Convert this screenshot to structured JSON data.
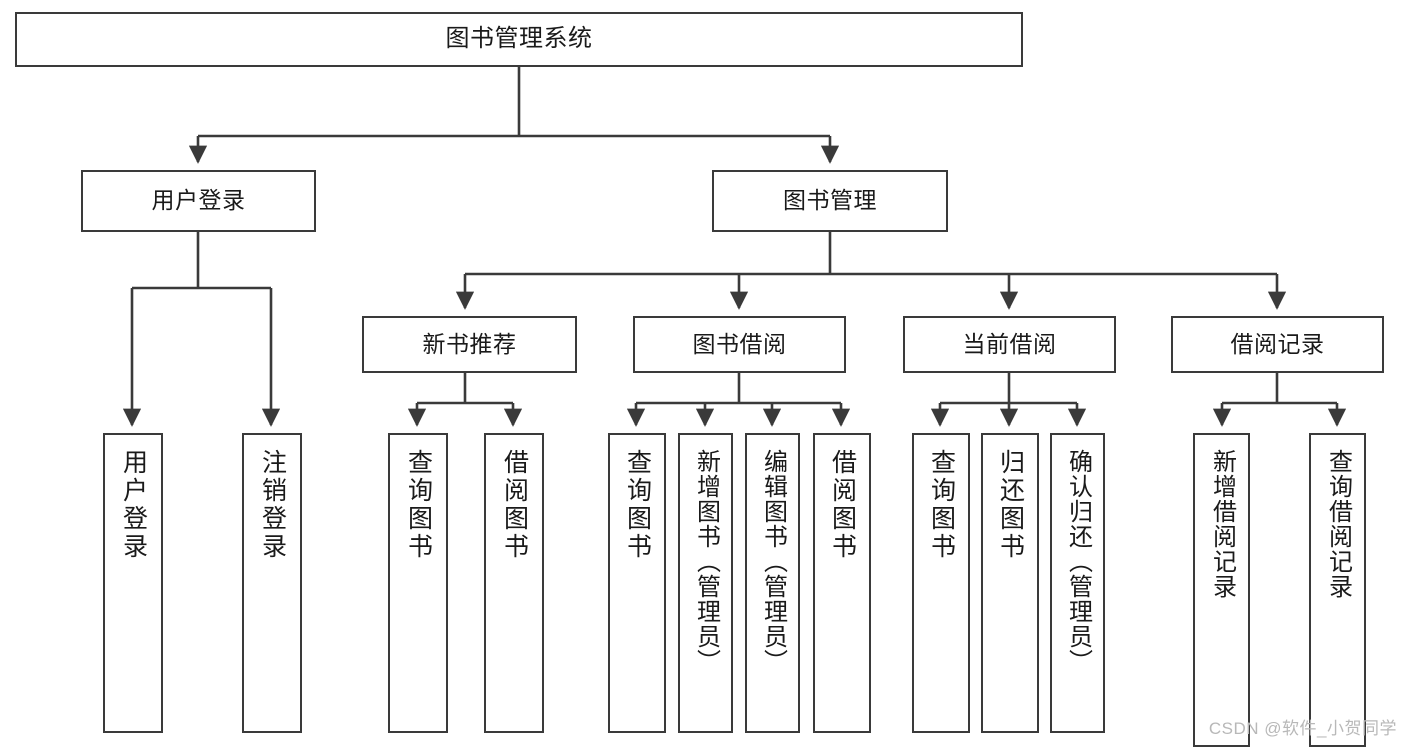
{
  "diagram": {
    "title": "图书管理系统",
    "type": "tree-structure-chart",
    "stroke_color": "#3a3a3a",
    "fill_color": "#ffffff",
    "text_color": "#1a1a1a"
  },
  "nodes": {
    "root": {
      "label": "图书管理系统"
    },
    "level2": [
      {
        "label": "用户登录"
      },
      {
        "label": "图书管理"
      }
    ],
    "level3": [
      {
        "label": "新书推荐"
      },
      {
        "label": "图书借阅"
      },
      {
        "label": "当前借阅"
      },
      {
        "label": "借阅记录"
      }
    ],
    "leaves": {
      "user_login": [
        {
          "label": "用户登录"
        },
        {
          "label": "注销登录"
        }
      ],
      "new_book": [
        {
          "label": "查询图书"
        },
        {
          "label": "借阅图书"
        }
      ],
      "book_borrow": [
        {
          "label": "查询图书"
        },
        {
          "label": "新增图书（管理员）"
        },
        {
          "label": "编辑图书（管理员）"
        },
        {
          "label": "借阅图书"
        }
      ],
      "current_borrow": [
        {
          "label": "查询图书"
        },
        {
          "label": "归还图书"
        },
        {
          "label": "确认归还（管理员）"
        }
      ],
      "borrow_record": [
        {
          "label": "新增借阅记录"
        },
        {
          "label": "查询借阅记录"
        }
      ]
    }
  },
  "watermark": {
    "text": "CSDN @软件_小贺同学"
  }
}
